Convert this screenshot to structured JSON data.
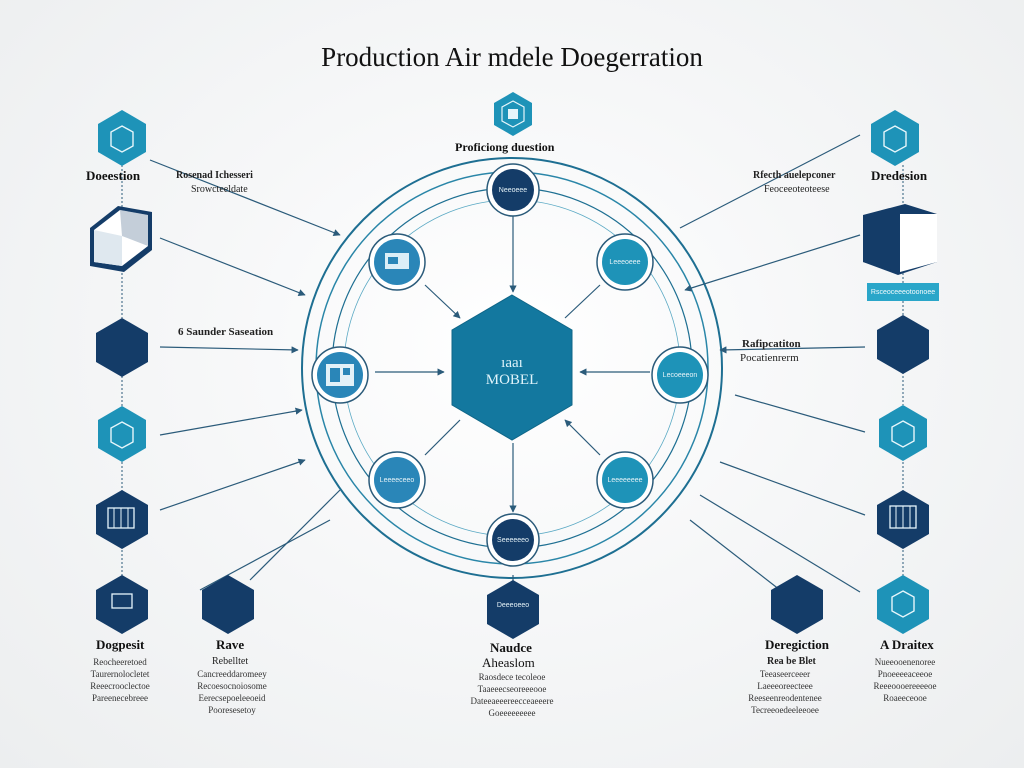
{
  "title": "Production Air mdele Doegerration",
  "center": {
    "line1": "ıaaı",
    "line2": "MOBEL"
  },
  "ring_label_top": "Proficiong duestion",
  "left_labels": {
    "top_name": "Doeestion",
    "top_desc_1": "Rosenad Ichesseri",
    "top_desc_2": "Srowcteeldate",
    "mid_label": "6 Saunder Saseation",
    "bottom_left_name": "Dogpesit",
    "bottom_mid_name": "Rave",
    "bottom_mid_sub": "Rebelltet",
    "bottom_left_para": [
      "Reocheeretoed",
      "Taurernolocletet",
      "Reeecrooclectoe",
      "Pareenecebreee"
    ],
    "bottom_mid_para": [
      "Cancreeddaromeey",
      "Recoesocnoiosome",
      "Eerecsepoeleeoeid",
      "Pooresesetoy"
    ]
  },
  "right_labels": {
    "top_name": "Dredesion",
    "top_desc_1": "Rfecth auelepconer",
    "top_desc_2": "Feoceeoteoteese",
    "box_caption": "Rsceoceeeotoonoee",
    "mid_label_1": "Rafipcatiton",
    "mid_label_2": "Pocatienrerm",
    "bottom_right_name": "A Draitex",
    "bottom_mid_name": "Deregiction",
    "bottom_mid_sub": "Rea be Blet",
    "bottom_mid_para": [
      "Teeaseerceeer",
      "Laeeeoreecteee",
      "Reeseenreodentenee",
      "Tecreeoedeeleeoee"
    ],
    "bottom_right_para": [
      "Nueeooenenoree",
      "Pnoeeeeaceeoe",
      "Reeeoooereeeeoe",
      "Roaeeceooe"
    ]
  },
  "bottom_center": {
    "name": "Naudce",
    "sub": "Aheaslom",
    "para": [
      "Raosdece tecoleoe",
      "Taaeeecseoreeeooe",
      "Dateeaeeereecceaeeere",
      "Goeeeeeeeee"
    ]
  },
  "node_captions": {
    "top": "Neeoeee",
    "top_right": "Leeeoeee",
    "right": "Lecoeeeon",
    "bottom_right": "Leeeeeeee",
    "bottom": "Seeeeeeo",
    "bottom_left": "Leeeeceeo",
    "bottom_center_hex": "Deeeoeeo"
  },
  "colors": {
    "teal": "#1e93b8",
    "teal_light": "#2aa6c9",
    "navy": "#143c68",
    "deep_blue": "#1b5e8c",
    "line": "#2b5b7a"
  }
}
